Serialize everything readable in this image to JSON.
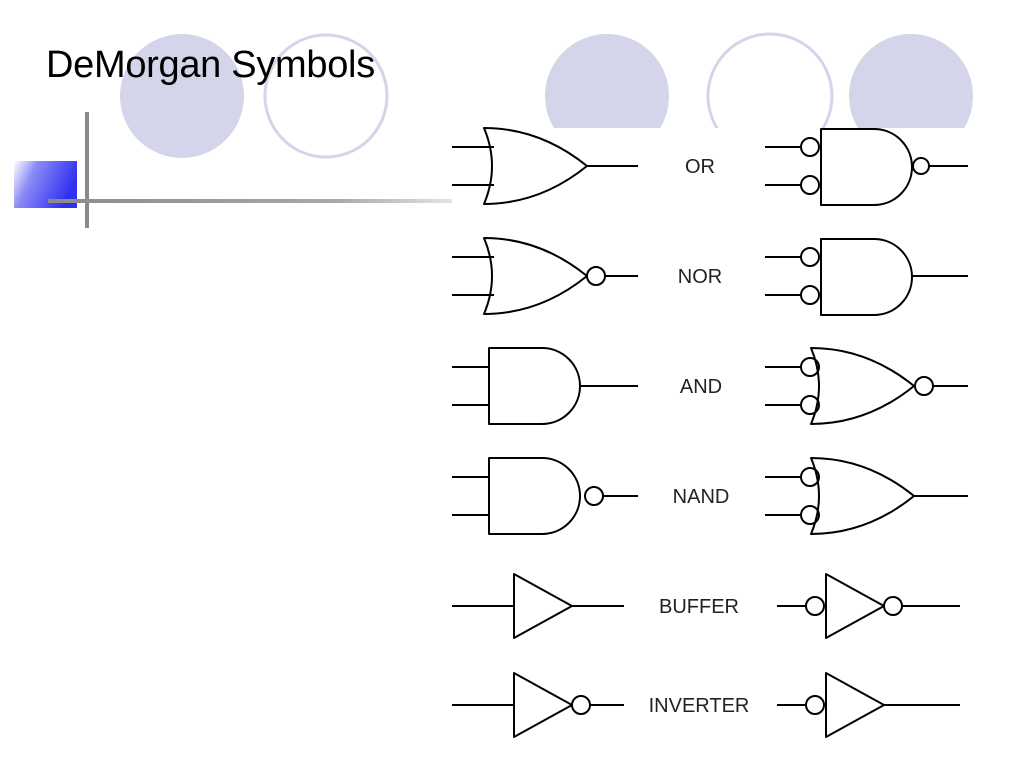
{
  "slide": {
    "title": "DeMorgan Symbols"
  },
  "theme": {
    "circle_fill": "#d4d4ea",
    "circle_stroke": "#d4d4ea",
    "accent_start": "#3b3bf2",
    "accent_end": "#ffffff",
    "rule_color": "#808080",
    "gate_stroke": "#000000"
  },
  "gates": [
    {
      "label": "OR",
      "left": "or-gate",
      "right": "nand-gate-bubbled-inputs"
    },
    {
      "label": "NOR",
      "left": "nor-gate",
      "right": "and-gate-bubbled-inputs"
    },
    {
      "label": "AND",
      "left": "and-gate",
      "right": "nor-gate-bubbled-inputs"
    },
    {
      "label": "NAND",
      "left": "nand-gate",
      "right": "or-gate-bubbled-inputs"
    },
    {
      "label": "BUFFER",
      "left": "buffer",
      "right": "inverter-bubbled-input"
    },
    {
      "label": "INVERTER",
      "left": "inverter",
      "right": "buffer-bubbled-input"
    }
  ]
}
